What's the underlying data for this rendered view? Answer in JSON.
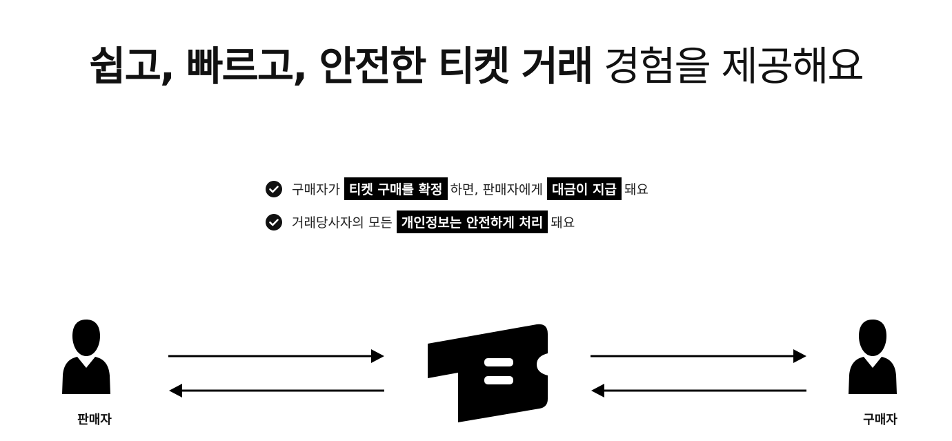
{
  "headline": {
    "bold": "쉽고, 빠르고, 안전한 티켓 거래",
    "light": "경험을 제공해요"
  },
  "bullets": [
    {
      "icon": "check-circle-icon",
      "parts": [
        "구매자가",
        "티켓 구매를 확정",
        "하면, 판매자에게",
        "대금이 지급",
        "돼요"
      ]
    },
    {
      "icon": "check-circle-icon",
      "parts": [
        "거래당사자의 모든",
        "개인정보는 안전하게 처리",
        "돼요"
      ]
    }
  ],
  "flow": {
    "seller_label": "판매자",
    "buyer_label": "구매자",
    "center_icon": "ticket-logo-icon",
    "person_icon": "person-icon"
  },
  "colors": {
    "text": "#111111",
    "highlight_bg": "#000000",
    "highlight_text": "#ffffff",
    "background": "#ffffff"
  }
}
